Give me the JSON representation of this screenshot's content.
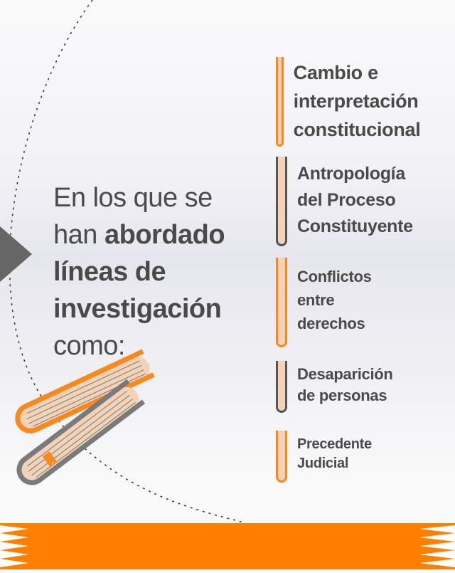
{
  "heading": {
    "line1": "En los que se",
    "line2_pre": "han ",
    "line2_bold": "abordado",
    "line3": "líneas de",
    "line4": "investigación",
    "line5": "como:"
  },
  "items": [
    {
      "label": "Cambio e interpretación constitucional",
      "color": "#f7891f"
    },
    {
      "label": "Antropología del Proceso Constituyente",
      "color": "#555555"
    },
    {
      "label": "Conflictos entre derechos",
      "color": "#f7891f"
    },
    {
      "label": "Desaparición de personas",
      "color": "#555555"
    },
    {
      "label": "Precedente Judicial",
      "color": "#f7891f"
    }
  ],
  "colors": {
    "accent": "#ff8000",
    "text": "#4a4a4a"
  }
}
